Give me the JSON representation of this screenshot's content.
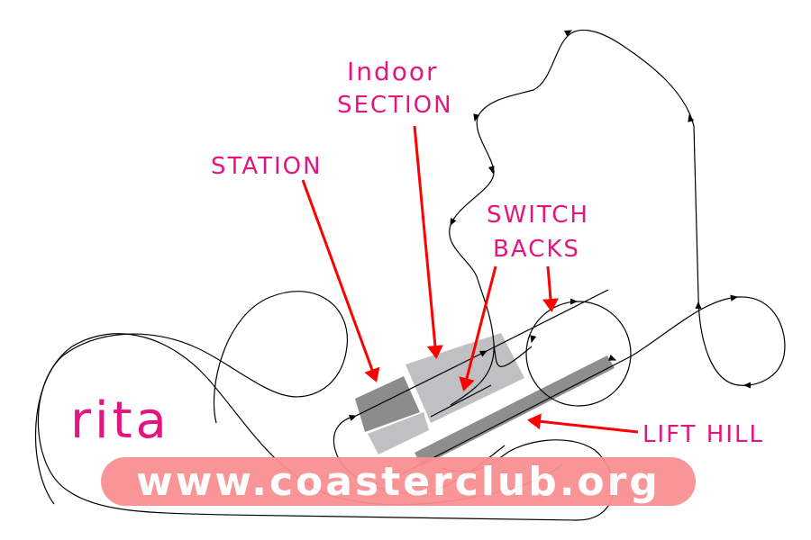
{
  "labels": {
    "indoor_line1": "Indoor",
    "indoor_line2": "SECTION",
    "station": "STATION",
    "switch_line1": "SWITCH",
    "switch_line2": "BACKS",
    "lift_hill": "LIFT HILL",
    "ride_name": "rita"
  },
  "watermark": "www.coasterclub.org",
  "colors": {
    "label": "#e3167f",
    "arrow": "#ff0000",
    "track": "#000000",
    "station_dark": "#8c8c8c",
    "building_light": "#c0c0c2",
    "lift_hill": "#8e8e8e",
    "watermark_bg": "#f98f92"
  }
}
